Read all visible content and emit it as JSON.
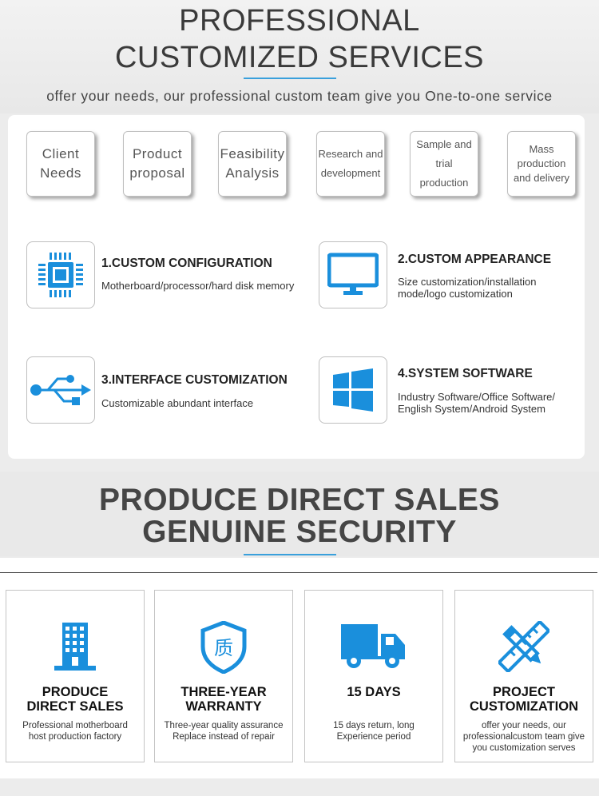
{
  "colors": {
    "accent": "#1a8fdc",
    "rule": "#3aa0dc",
    "title_text": "#3a3a3a"
  },
  "hero": {
    "title_line1": "PROFESSIONAL",
    "title_line2": "CUSTOMIZED SERVICES",
    "subtitle": "offer your needs, our professional custom team give you One-to-one service"
  },
  "process_steps": [
    {
      "label": "Client\nNeeds"
    },
    {
      "label": "Product\nproposal"
    },
    {
      "label": "Feasibility\nAnalysis"
    },
    {
      "label": "Research and\ndevelopment"
    },
    {
      "label": "Sample and\ntrial production"
    },
    {
      "label": "Mass\nproduction\nand delivery"
    }
  ],
  "features": [
    {
      "icon": "cpu-chip-icon",
      "title": "1.CUSTOM CONFIGURATION",
      "desc": "Motherboard/processor/hard disk memory"
    },
    {
      "icon": "monitor-icon",
      "title": "2.CUSTOM APPEARANCE",
      "desc": "Size customization/installation\nmode/logo customization"
    },
    {
      "icon": "usb-icon",
      "title": "3.INTERFACE CUSTOMIZATION",
      "desc": "Customizable abundant interface"
    },
    {
      "icon": "windows-logo-icon",
      "title": "4.SYSTEM SOFTWARE",
      "desc": "Industry Software/Office Software/\nEnglish System/Android System"
    }
  ],
  "sales": {
    "title_line1": "PRODUCE DIRECT SALES",
    "title_line2": "GENUINE SECURITY"
  },
  "cards": [
    {
      "icon": "factory-building-icon",
      "title": "PRODUCE\nDIRECT SALES",
      "desc": "Professional motherboard\nhost production factory"
    },
    {
      "icon": "quality-shield-icon",
      "shield_char": "质",
      "title": "THREE-YEAR\nWARRANTY",
      "desc": "Three-year quality assurance\nReplace instead of repair"
    },
    {
      "icon": "delivery-truck-icon",
      "title": "15 DAYS",
      "desc": "15 days return, long\nExperience period"
    },
    {
      "icon": "ruler-pencil-icon",
      "title": "PROJECT\nCUSTOMIZATION",
      "desc": "offer your needs, our\nprofessionalcustom team give\nyou customization serves"
    }
  ]
}
